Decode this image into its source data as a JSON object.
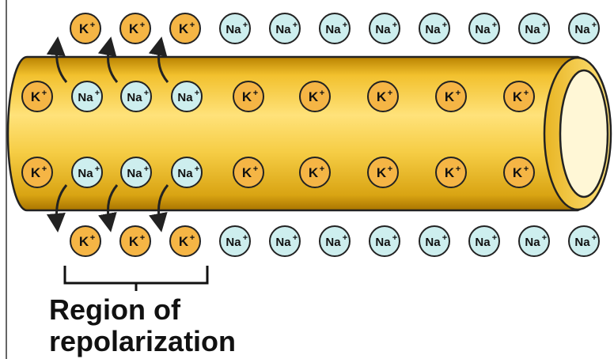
{
  "ions": {
    "k_label": "K",
    "na_label": "Na",
    "charge": "+"
  },
  "caption": {
    "line1": "Region of",
    "line2": "repolarization"
  },
  "colors": {
    "axon_body": "#f2c12e",
    "axon_highlight": "#ffe88a",
    "axon_shadow": "#c98f00",
    "k_fill": "#f5b545",
    "na_fill": "#cdeeee",
    "outline": "#222222"
  },
  "rows": {
    "top_outside": [
      "K",
      "K",
      "K",
      "Na",
      "Na",
      "Na",
      "Na",
      "Na",
      "Na",
      "Na",
      "Na"
    ],
    "inside_upper": [
      "K",
      "Na",
      "Na",
      "Na",
      "K",
      "K",
      "K",
      "K",
      "K"
    ],
    "inside_lower": [
      "K",
      "Na",
      "Na",
      "Na",
      "K",
      "K",
      "K",
      "K",
      "K"
    ],
    "bottom_outside": [
      "K",
      "K",
      "K",
      "Na",
      "Na",
      "Na",
      "Na",
      "Na",
      "Na",
      "Na",
      "Na"
    ]
  }
}
